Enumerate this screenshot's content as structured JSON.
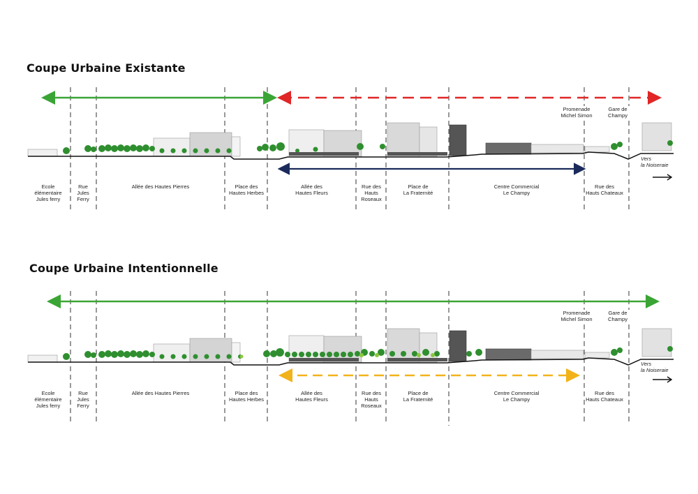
{
  "sections": [
    {
      "title": "Coupe Urbaine Existante",
      "zones": [
        {
          "l1": "Ecole",
          "l2": "élémentaire",
          "l3": "Jules ferry"
        },
        {
          "l1": "Rue",
          "l2": "Jules",
          "l3": "Ferry"
        },
        {
          "l1": "Allée des Hautes Pierres",
          "l2": "",
          "l3": ""
        },
        {
          "l1": "Place des",
          "l2": "Hautes Herbes",
          "l3": ""
        },
        {
          "l1": "Allée des",
          "l2": "Hautes Fleurs",
          "l3": ""
        },
        {
          "l1": "Rue des",
          "l2": "Hauts Roseaux",
          "l3": ""
        },
        {
          "l1": "Place de",
          "l2": "La Fraternité",
          "l3": ""
        },
        {
          "l1": "Centre Commercial",
          "l2": "Le Champy",
          "l3": ""
        },
        {
          "l1": "Rue des",
          "l2": "Hauts Chateaux",
          "l3": ""
        }
      ],
      "top_labels": [
        {
          "l1": "Promenade",
          "l2": "Michel Simon"
        },
        {
          "l1": "Gare de",
          "l2": "Champy"
        }
      ],
      "vers": {
        "l1": "Vers",
        "l2": "la Noiseraie"
      }
    },
    {
      "title": "Coupe Urbaine Intentionnelle",
      "zones": [
        {
          "l1": "Ecole",
          "l2": "élémentaire",
          "l3": "Jules ferry"
        },
        {
          "l1": "Rue",
          "l2": "Jules",
          "l3": "Ferry"
        },
        {
          "l1": "Allée des Hautes Pierres",
          "l2": "",
          "l3": ""
        },
        {
          "l1": "Place des",
          "l2": "Hautes Herbes",
          "l3": ""
        },
        {
          "l1": "Allée des",
          "l2": "Hautes Fleurs",
          "l3": ""
        },
        {
          "l1": "Rue des",
          "l2": "Hauts Roseaux",
          "l3": ""
        },
        {
          "l1": "Place de",
          "l2": "La Fraternité",
          "l3": ""
        },
        {
          "l1": "Centre Commercial",
          "l2": "Le Champy",
          "l3": ""
        },
        {
          "l1": "Rue des",
          "l2": "Hauts Chateaux",
          "l3": ""
        }
      ],
      "top_labels": [
        {
          "l1": "Promenade",
          "l2": "Michel Simon"
        },
        {
          "l1": "Gare de",
          "l2": "Champy"
        }
      ],
      "vers": {
        "l1": "Vers",
        "l2": "la Noiseraie"
      }
    }
  ],
  "colors": {
    "green_arrow": "#3aa535",
    "red_dashed": "#e02626",
    "navy_arrow": "#1a2a5a",
    "yellow_dashed": "#f2b21a",
    "tree": "#2f8f2f",
    "building": "#d6d6d6",
    "ground": "#111111"
  }
}
